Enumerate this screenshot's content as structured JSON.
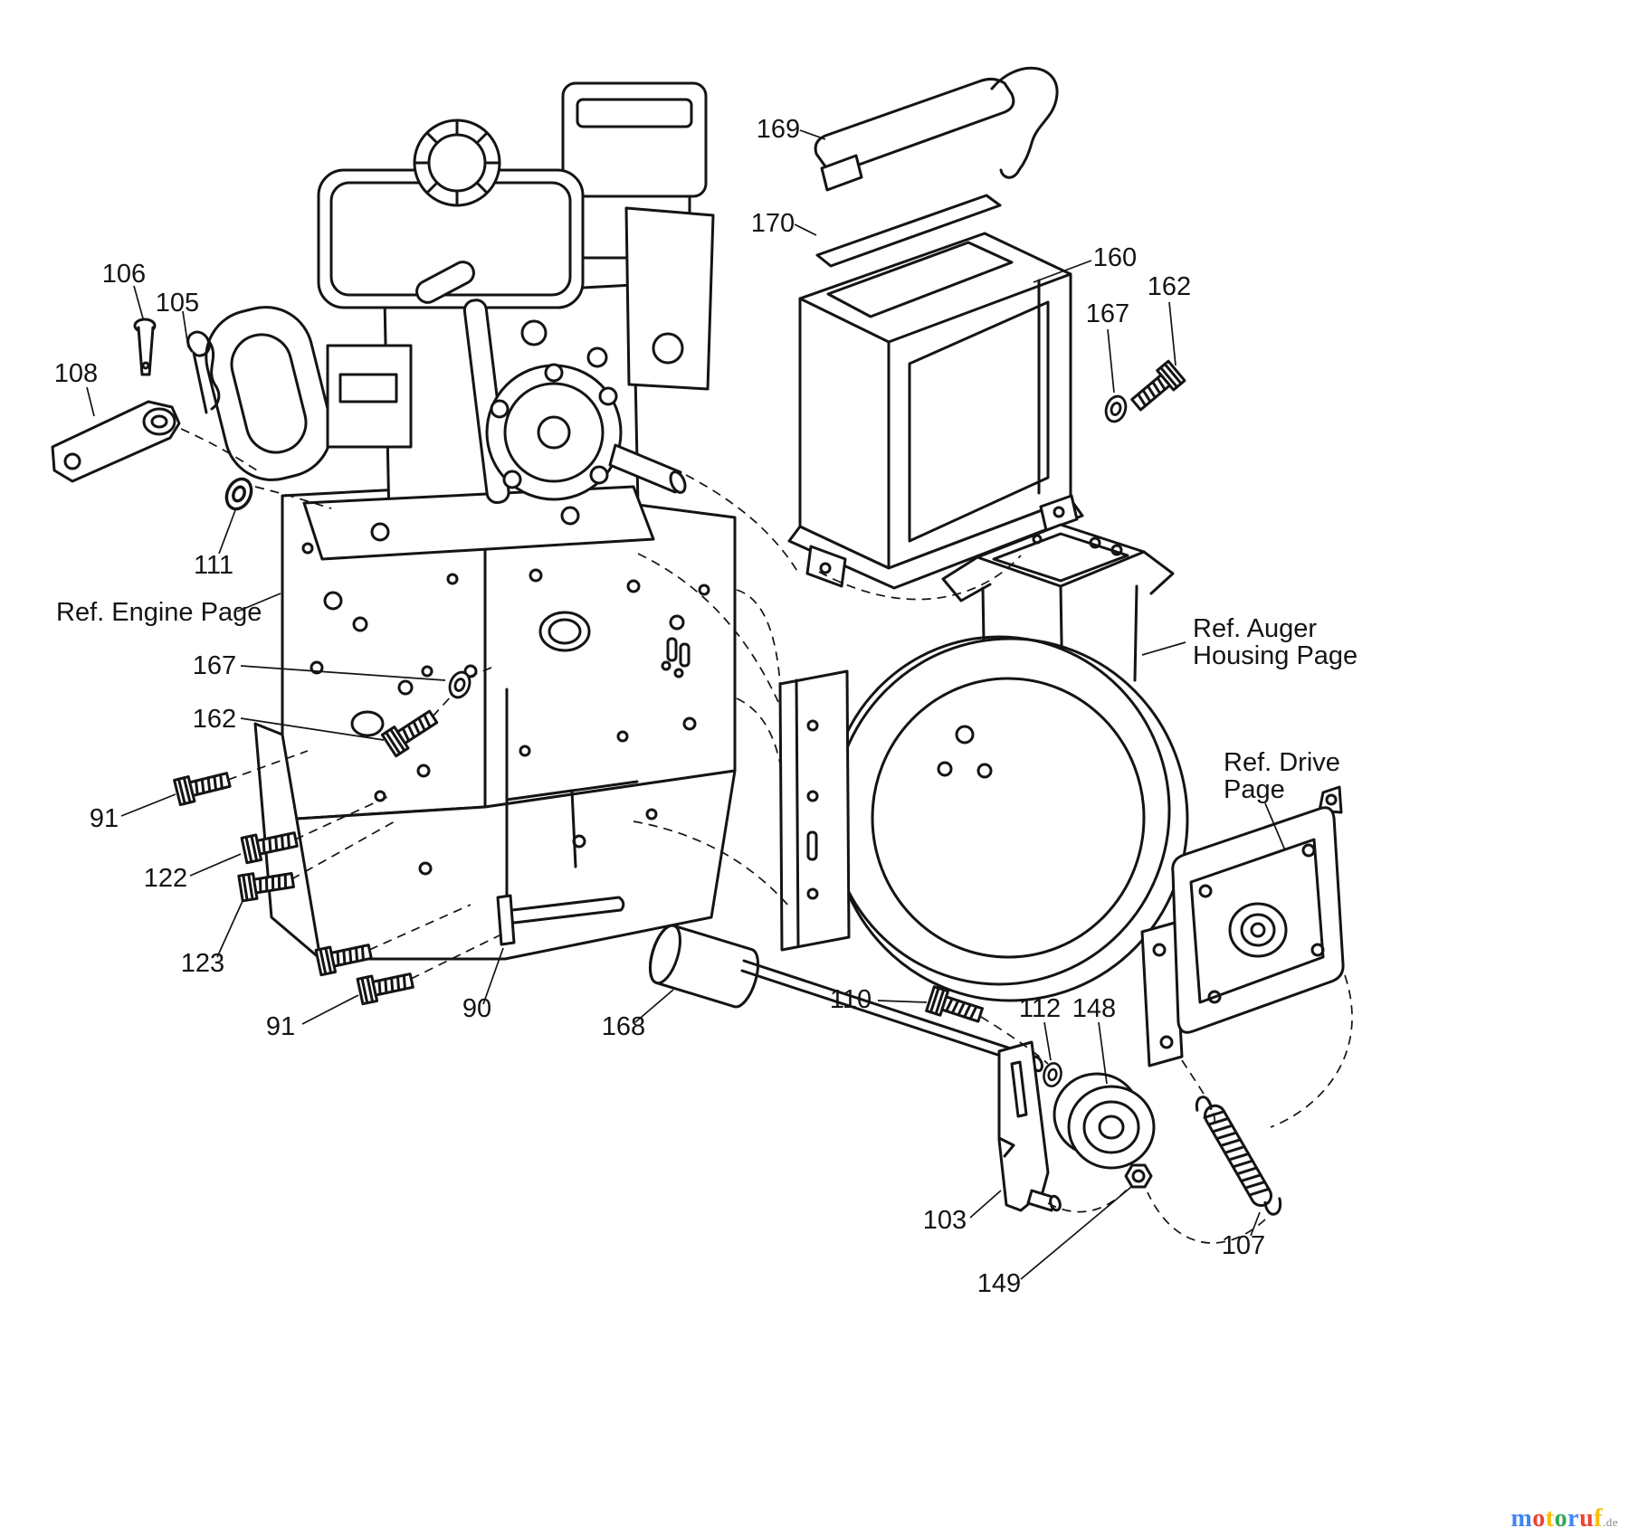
{
  "figure": {
    "background": "#ffffff",
    "line_color": "#141414",
    "description": "Exploded parts diagram: engine, frame, belt cover, auger housing adapter, drive plate and idler assembly"
  },
  "callouts": {
    "c106": "106",
    "c105": "105",
    "c108": "108",
    "c111": "111",
    "ref_engine": "Ref. Engine Page",
    "c167_mid": "167",
    "c162_mid": "162",
    "c91_a": "91",
    "c122": "122",
    "c123": "123",
    "c91_b": "91",
    "c90": "90",
    "c168": "168",
    "c169": "169",
    "c170": "170",
    "c160": "160",
    "c167_top": "167",
    "c162_top": "162",
    "ref_auger_line1": "Ref. Auger",
    "ref_auger_line2": "Housing Page",
    "ref_drive_line1": "Ref. Drive",
    "ref_drive_line2": "Page",
    "c110": "110",
    "c112": "112",
    "c148": "148",
    "c103": "103",
    "c149": "149",
    "c107": "107"
  },
  "watermark": {
    "letters": [
      {
        "ch": "m",
        "color": "#4285F4"
      },
      {
        "ch": "o",
        "color": "#EA4335"
      },
      {
        "ch": "t",
        "color": "#FBBC05"
      },
      {
        "ch": "o",
        "color": "#34A853"
      },
      {
        "ch": "r",
        "color": "#4285F4"
      },
      {
        "ch": "u",
        "color": "#EA4335"
      },
      {
        "ch": "f",
        "color": "#FBBC05"
      }
    ],
    "suffix": ".de",
    "suffix_color": "#8a8a8a"
  }
}
